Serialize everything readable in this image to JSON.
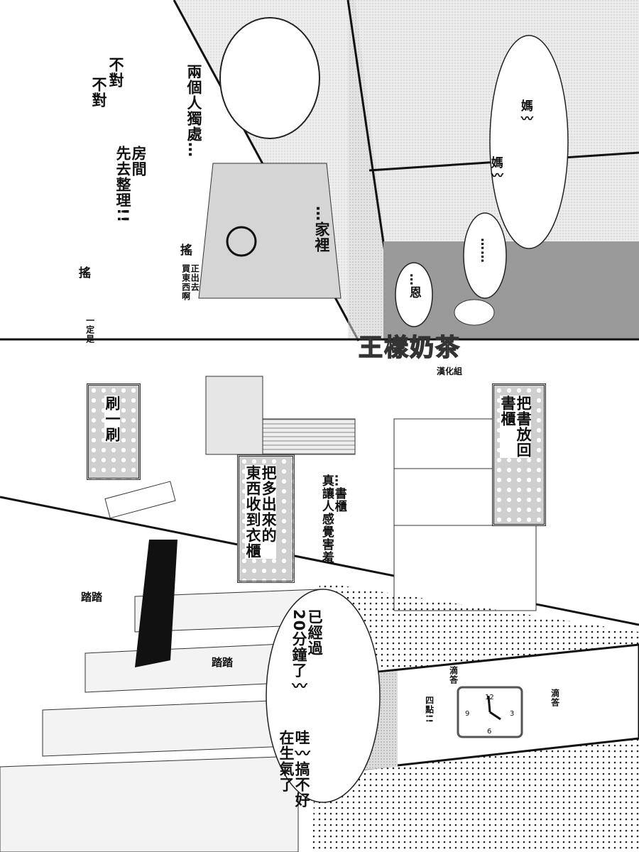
{
  "panels": {
    "top_left": {
      "not_right_1": "不對",
      "not_right_2": "不對",
      "room_first": "房間\n先去整理!!",
      "shake_1": "搖",
      "shake_2": "搖",
      "went_shopping": "正出去\n買東西啊",
      "must_be": "一定是"
    },
    "top_middle": {
      "alone_together": "兩個人獨處…",
      "home": "…家裡"
    },
    "top_right": {
      "mom_1": "媽〰",
      "mom_2": "媽〰",
      "ellipsis": "……",
      "uh_huh": "…恩"
    },
    "watermark": {
      "title": "王樣奶茶",
      "subtitle": "漢化組"
    },
    "middle": {
      "brush": "刷一刷",
      "bookshelf_back": "把書放回\n書櫃",
      "closet": "把多出來的\n東西收到衣櫃",
      "embarrassed": "…書櫃\n真讓人感覺害羞"
    },
    "bottom_left": {
      "step_1": "踏踏",
      "step_2": "踏踏",
      "twenty_min": "已經過\n20分鐘了〰",
      "angry": "哇〰搞不好\n在生氣了"
    },
    "bottom_right": {
      "tick_1": "滴答",
      "tick_2": "滴答",
      "four_oclock": "四點!!",
      "clock_numbers": [
        "12",
        "3",
        "6",
        "9"
      ]
    }
  },
  "colors": {
    "ink": "#111111",
    "screentone": "#c8c8c8",
    "dark_tone": "#8a8a8a"
  }
}
